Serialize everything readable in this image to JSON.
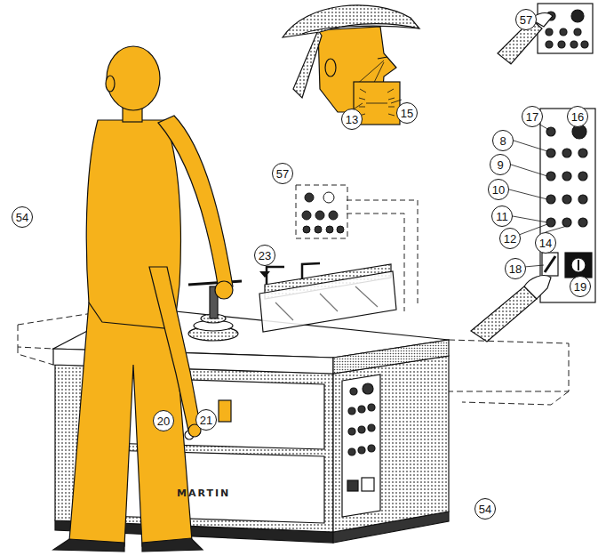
{
  "diagram": {
    "labels": [
      "57",
      "17",
      "16",
      "8",
      "9",
      "10",
      "11",
      "12",
      "14",
      "18",
      "19",
      "13",
      "15",
      "57",
      "54",
      "23",
      "20",
      "21",
      "54",
      "MARTIN"
    ]
  }
}
